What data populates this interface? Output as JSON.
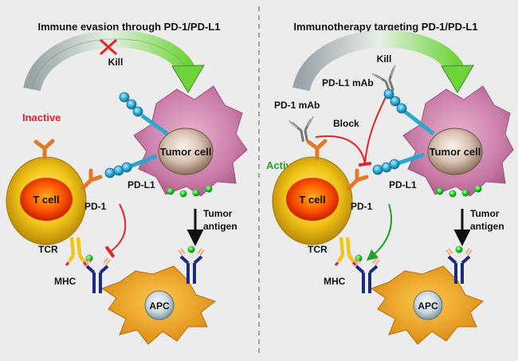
{
  "left_panel": {
    "title": "Immune evasion through PD-1/PD-L1",
    "kill_label": "Kill",
    "state_label": "Inactive",
    "t_cell_label": "T cell",
    "tumor_cell_label": "Tumor cell",
    "pd1_label": "PD-1",
    "pdl1_label": "PD-L1",
    "tumor_antigen_line1": "Tumor",
    "tumor_antigen_line2": "antigen",
    "tcr_label": "TCR",
    "mhc_label": "MHC",
    "apc_label": "APC"
  },
  "right_panel": {
    "title": "Immunotherapy targeting PD-1/PD-L1",
    "kill_label": "Kill",
    "state_label": "Active",
    "pdl1_mab_label": "PD-L1 mAb",
    "pd1_mab_label": "PD-1 mAb",
    "block_label": "Block",
    "t_cell_label": "T cell",
    "tumor_cell_label": "Tumor cell",
    "pd1_label": "PD-1",
    "pdl1_label": "PD-L1",
    "tumor_antigen_line1": "Tumor",
    "tumor_antigen_line2": "antigen",
    "tcr_label": "TCR",
    "mhc_label": "MHC",
    "apc_label": "APC"
  },
  "colors": {
    "background": "#ececec",
    "inhibit_red": "#e8202a",
    "active_green": "#22a22a",
    "receptor_blue": "#2aa6cf",
    "antigen_green": "#19c21e",
    "t_cell_yellow": "#f2c416",
    "apc_orange": "#f0a11e",
    "tumor_purple": "#c97aa7"
  }
}
